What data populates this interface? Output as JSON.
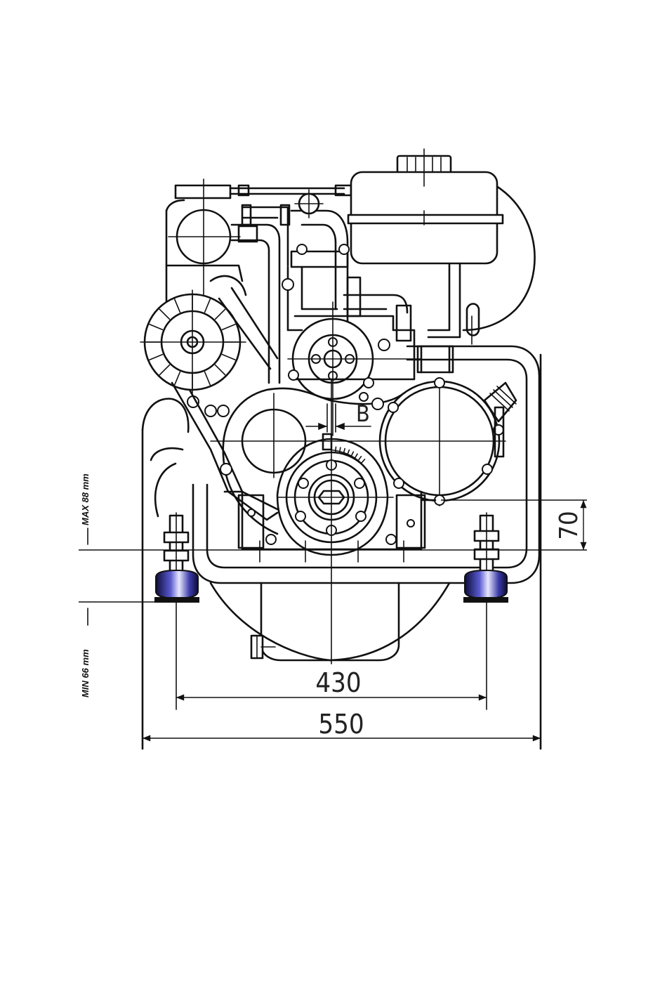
{
  "dimensions": {
    "mount_spacing": "430",
    "overall_width": "550",
    "mount_offset": "70",
    "timing_mark": "B"
  },
  "labels": {
    "max_height": "MAX 88 mm",
    "min_height": "MIN 66 mm"
  },
  "colors": {
    "line": "#111111",
    "mount_rubber": "#2b2b8f",
    "background": "#ffffff"
  }
}
